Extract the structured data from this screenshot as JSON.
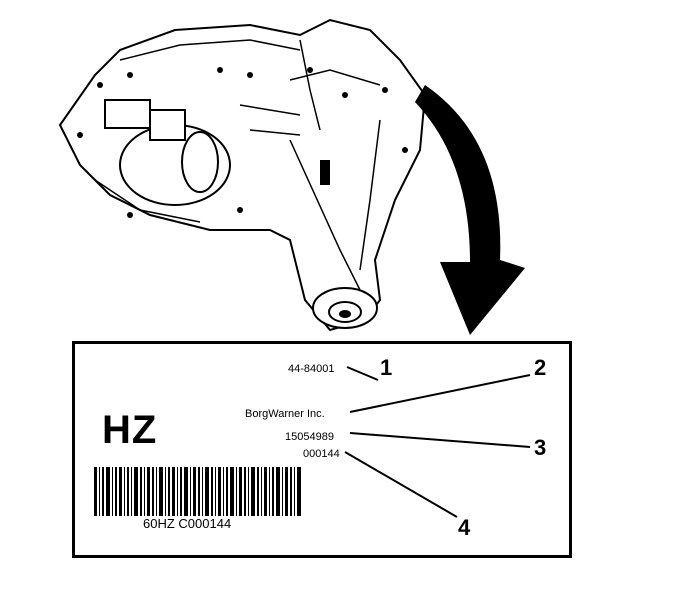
{
  "label": {
    "hz_code": "HZ",
    "lines": [
      "44-84001",
      "BorgWarner Inc.",
      "15054989",
      "000144"
    ],
    "barcode_text": "60HZ C000144"
  },
  "callouts": [
    "1",
    "2",
    "3",
    "4"
  ]
}
